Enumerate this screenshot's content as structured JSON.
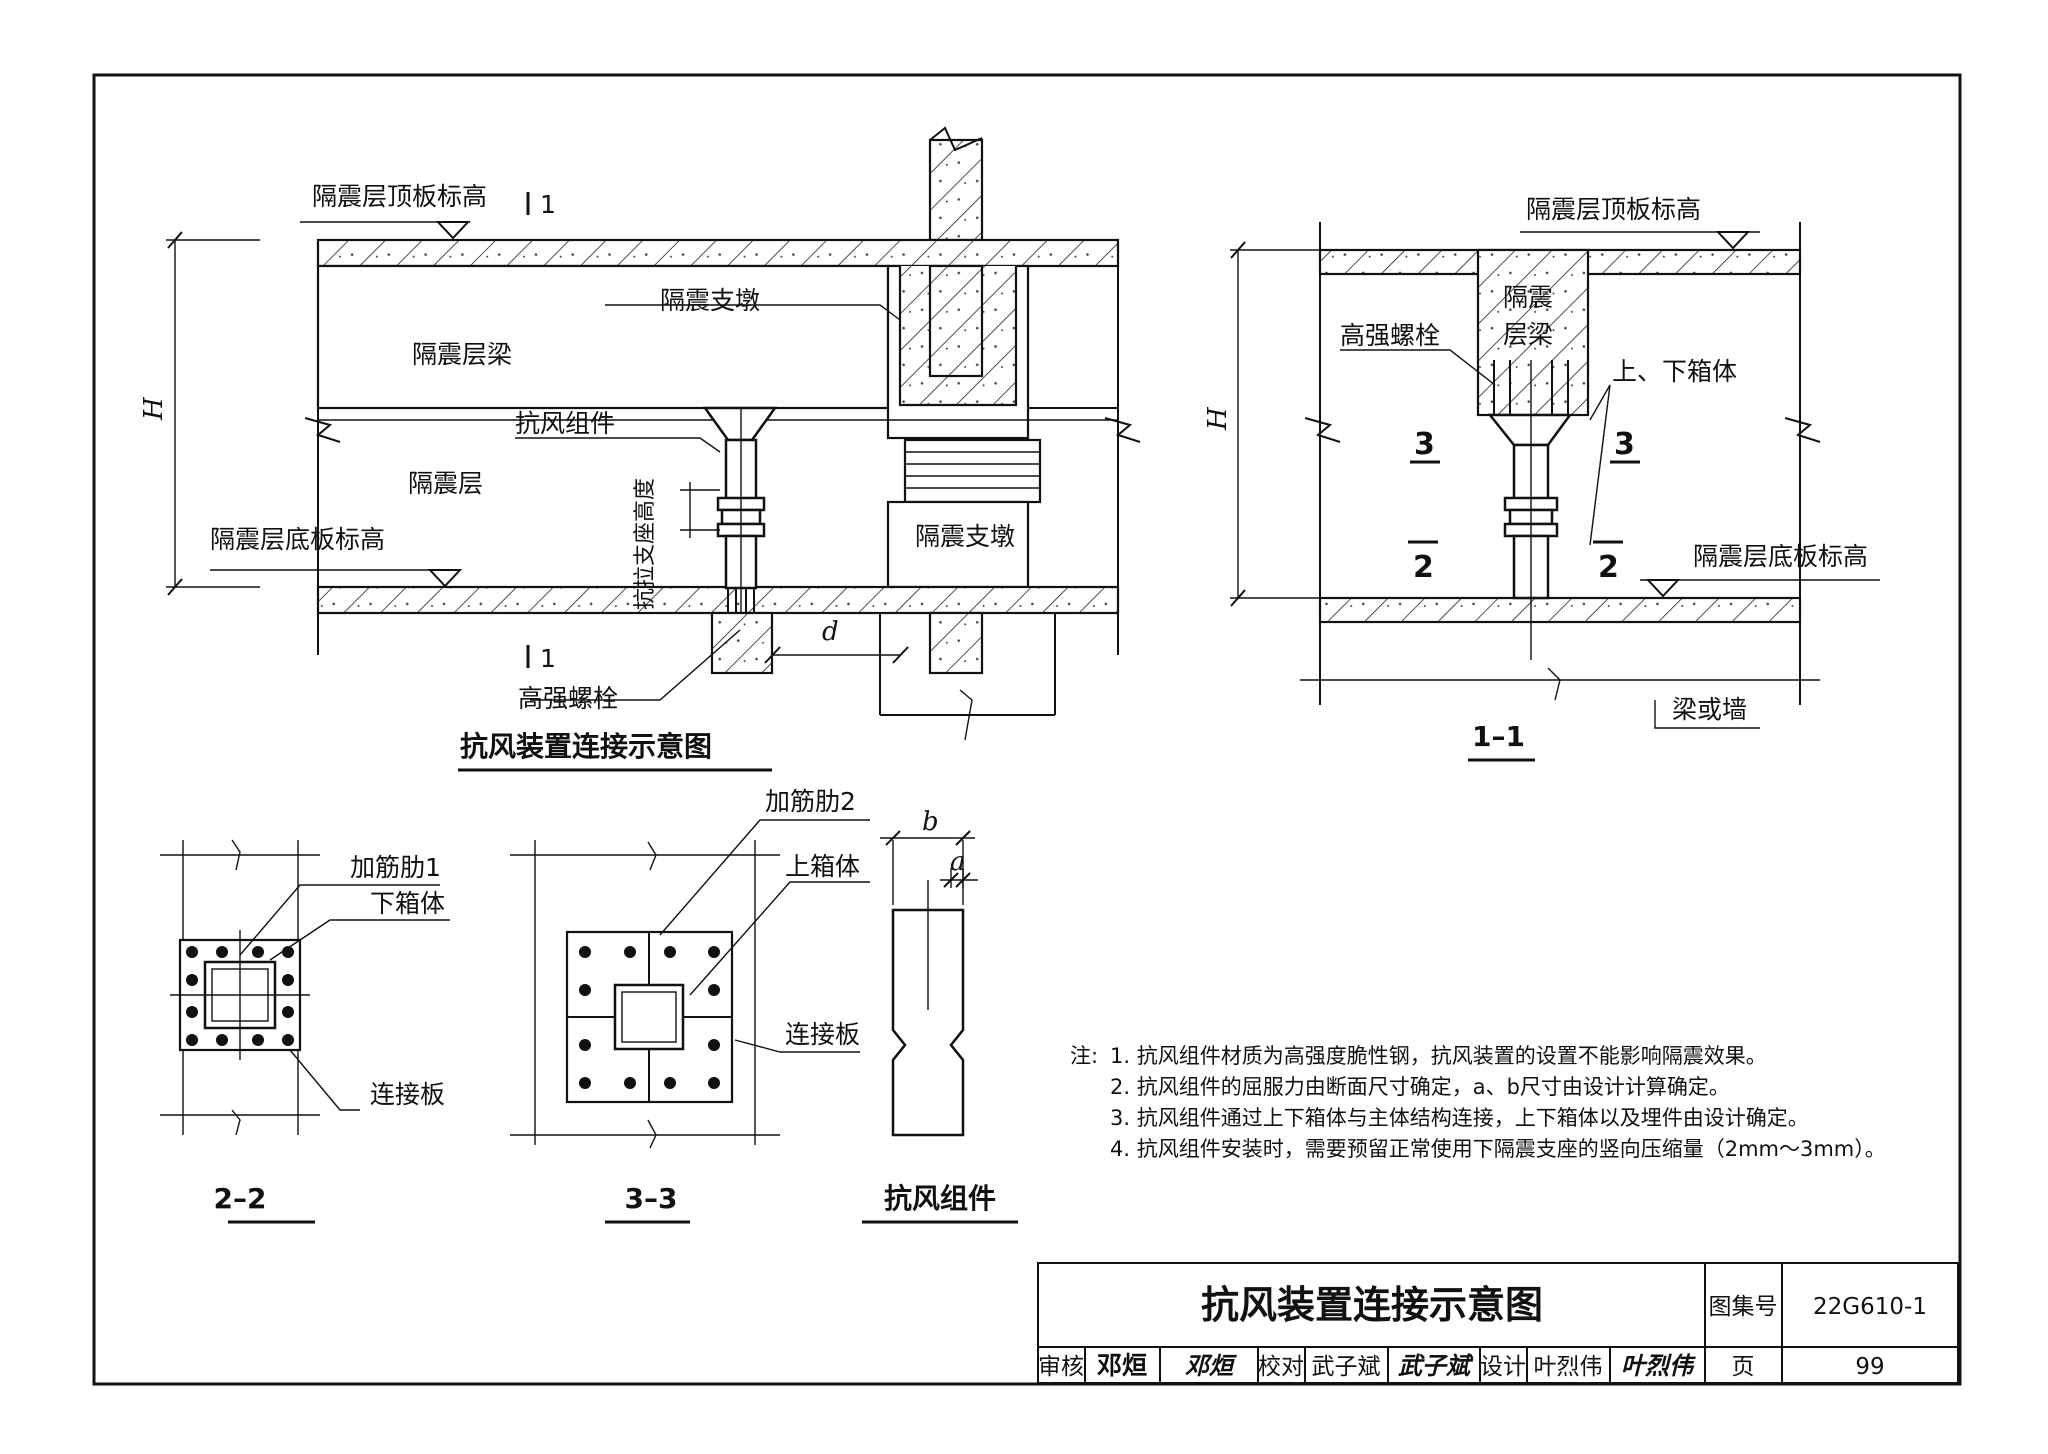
{
  "main_view": {
    "top_slab_label": "隔震层顶板标高",
    "section_mark_1_top": "1",
    "section_mark_1_bottom": "1",
    "support_pier_top_label": "隔震支墩",
    "beam_label": "隔震层梁",
    "isolation_layer_label": "隔震层",
    "wind_component_label": "抗风组件",
    "tension_height_label": "抗拉支座高度",
    "bottom_slab_label": "隔震层底板标高",
    "support_pier_bottom_label": "隔震支墩",
    "dim_H": "H",
    "dim_d": "d",
    "bolt_label": "高强螺栓",
    "caption": "抗风装置连接示意图"
  },
  "section_1_1": {
    "top_slab_label": "隔震层顶板标高",
    "beam_label_line1": "隔震",
    "beam_label_line2": "层梁",
    "bolt_label": "高强螺栓",
    "box_label": "上、下箱体",
    "mark_3_left": "3",
    "mark_3_right": "3",
    "mark_2_left": "2",
    "mark_2_right": "2",
    "bottom_slab_label": "隔震层底板标高",
    "dim_H": "H",
    "beam_or_wall_label": "梁或墙",
    "caption": "1–1"
  },
  "section_2_2": {
    "rib_label": "加筋肋1",
    "lower_box_label": "下箱体",
    "plate_label": "连接板",
    "caption": "2–2"
  },
  "section_3_3": {
    "rib_label": "加筋肋2",
    "upper_box_label": "上箱体",
    "plate_label": "连接板",
    "caption": "3–3"
  },
  "wind_component_detail": {
    "dim_b": "b",
    "dim_a": "a",
    "caption": "抗风组件"
  },
  "notes": {
    "prefix": "注:",
    "items": [
      "1. 抗风组件材质为高强度脆性钢，抗风装置的设置不能影响隔震效果。",
      "2. 抗风组件的屈服力由断面尺寸确定，a、b尺寸由设计计算确定。",
      "3. 抗风组件通过上下箱体与主体结构连接，上下箱体以及埋件由设计确定。",
      "4. 抗风组件安装时，需要预留正常使用下隔震支座的竖向压缩量（2mm～3mm）。"
    ]
  },
  "title_block": {
    "title": "抗风装置连接示意图",
    "atlas_no_label": "图集号",
    "atlas_no": "22G610-1",
    "review_label": "审核",
    "reviewer": "邓烜",
    "reviewer_sign": "邓烜",
    "check_label": "校对",
    "checker": "武子斌",
    "checker_sign": "武子斌",
    "design_label": "设计",
    "designer": "叶烈伟",
    "designer_sign": "叶烈伟",
    "page_label": "页",
    "page": "99"
  }
}
